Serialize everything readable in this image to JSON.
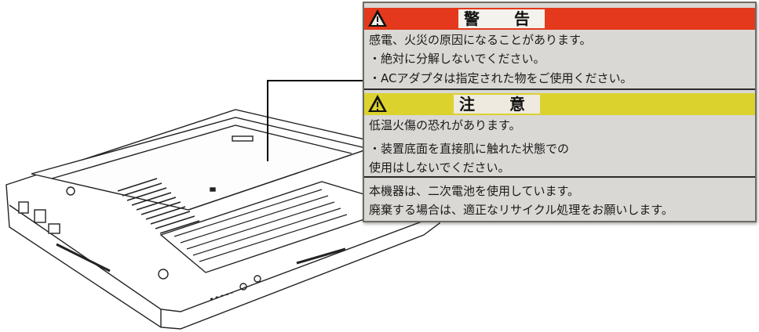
{
  "label": {
    "warning": {
      "title": "警　告",
      "lines": [
        "感電、火災の原因になることがあります。",
        "・絶対に分解しないでください。",
        "・ACアダプタは指定された物をご使用ください。"
      ]
    },
    "caution": {
      "title": "注　意",
      "lines": [
        "低温火傷の恐れがあります。",
        "・装置底面を直接肌に触れた状態での",
        "使用はしないでください。"
      ]
    },
    "battery_notice": {
      "lines": [
        "本機器は、二次電池を使用しています。",
        "廃棄する場合は、適正なリサイクル処理をお願いします。"
      ]
    }
  },
  "colors": {
    "warning_band": "#e4391c",
    "caution_band": "#dbd22e",
    "label_background": "#d9d8d4"
  },
  "icons": [
    "warning-triangle-icon"
  ]
}
